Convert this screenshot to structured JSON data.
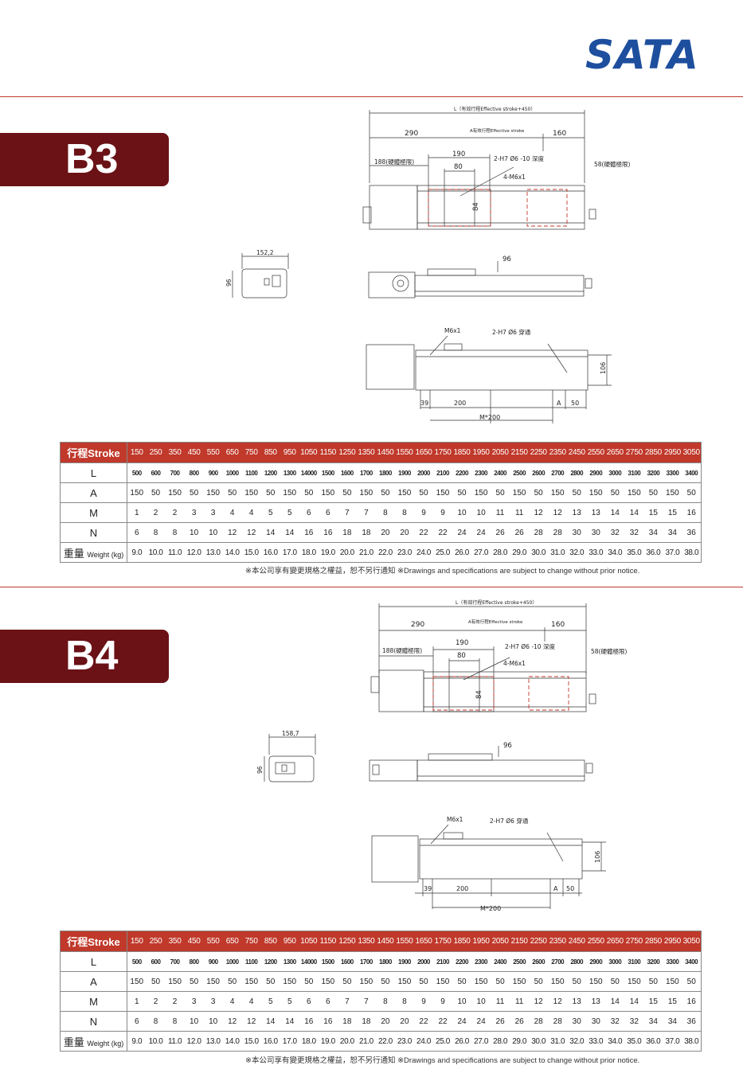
{
  "brand": {
    "logo_text": "SATA",
    "accent_color": "#c0392b",
    "tab_color": "#6a1216",
    "logo_color": "#1e4f9e"
  },
  "sections": [
    {
      "model": "B3",
      "drawing": {
        "len_total": "L（有效行程Effective stroke+450）",
        "dim_290": "290",
        "len_A": "A有效行程Effective stroke",
        "dim_160": "160",
        "dim_190": "190",
        "hard_limit_left": "188(硬體極限)",
        "dim_80": "80",
        "hole_top": "2-H7 Ø6 -10 深度",
        "screw_top": "4-M6x1",
        "hard_limit_right": "58(硬體極限)",
        "dim_84": "84",
        "end_width": "152,2",
        "end_height": "96",
        "side_96": "96",
        "bottom_screw": "M6x1",
        "bottom_hole": "2-H7 Ø6 穿通",
        "dim_106": "106",
        "dim_39": "39",
        "dim_200": "200",
        "dim_A": "A",
        "dim_50": "50",
        "dim_M200": "M*200"
      },
      "table": {
        "stroke_label": "行程Stroke",
        "stroke": [
          "150",
          "250",
          "350",
          "450",
          "550",
          "650",
          "750",
          "850",
          "950",
          "1050",
          "1150",
          "1250",
          "1350",
          "1450",
          "1550",
          "1650",
          "1750",
          "1850",
          "1950",
          "2050",
          "2150",
          "2250",
          "2350",
          "2450",
          "2550",
          "2650",
          "2750",
          "2850",
          "2950",
          "3050"
        ],
        "rows": [
          {
            "label": "L",
            "values": [
              "500",
              "600",
              "700",
              "800",
              "900",
              "1000",
              "1100",
              "1200",
              "1300",
              "14000",
              "1500",
              "1600",
              "1700",
              "1800",
              "1900",
              "2000",
              "2100",
              "2200",
              "2300",
              "2400",
              "2500",
              "2600",
              "2700",
              "2800",
              "2900",
              "3000",
              "3100",
              "3200",
              "3300",
              "3400"
            ]
          },
          {
            "label": "A",
            "values": [
              "150",
              "50",
              "150",
              "50",
              "150",
              "50",
              "150",
              "50",
              "150",
              "50",
              "150",
              "50",
              "150",
              "50",
              "150",
              "50",
              "150",
              "50",
              "150",
              "50",
              "150",
              "50",
              "150",
              "50",
              "150",
              "50",
              "150",
              "50",
              "150",
              "50"
            ]
          },
          {
            "label": "M",
            "values": [
              "1",
              "2",
              "2",
              "3",
              "3",
              "4",
              "4",
              "5",
              "5",
              "6",
              "6",
              "7",
              "7",
              "8",
              "8",
              "9",
              "9",
              "10",
              "10",
              "11",
              "11",
              "12",
              "12",
              "13",
              "13",
              "14",
              "14",
              "15",
              "15",
              "16"
            ]
          },
          {
            "label": "N",
            "values": [
              "6",
              "8",
              "8",
              "10",
              "10",
              "12",
              "12",
              "14",
              "14",
              "16",
              "16",
              "18",
              "18",
              "20",
              "20",
              "22",
              "22",
              "24",
              "24",
              "26",
              "26",
              "28",
              "28",
              "30",
              "30",
              "32",
              "32",
              "34",
              "34",
              "36"
            ]
          },
          {
            "label_main": "重量",
            "label_sub": "Weight (kg)",
            "values": [
              "9.0",
              "10.0",
              "11.0",
              "12.0",
              "13.0",
              "14.0",
              "15.0",
              "16.0",
              "17.0",
              "18.0",
              "19.0",
              "20.0",
              "21.0",
              "22.0",
              "23.0",
              "24.0",
              "25.0",
              "26.0",
              "27.0",
              "28.0",
              "29.0",
              "30.0",
              "31.0",
              "32.0",
              "33.0",
              "34.0",
              "35.0",
              "36.0",
              "37.0",
              "38.0"
            ]
          }
        ],
        "note": "※本公司享有變更規格之權益，恕不另行通知 ※Drawings and specifications are subject to change without prior notice."
      }
    },
    {
      "model": "B4",
      "drawing": {
        "len_total": "L（有效行程Effective stroke+450）",
        "dim_290": "290",
        "len_A": "A有效行程Effective stroke",
        "dim_160": "160",
        "dim_190": "190",
        "hard_limit_left": "188(硬體極限)",
        "dim_80": "80",
        "hole_top": "2-H7 Ø6 -10 深度",
        "screw_top": "4-M6x1",
        "hard_limit_right": "58(硬體極限)",
        "dim_84": "84",
        "end_width": "158,7",
        "end_height": "96",
        "side_96": "96",
        "bottom_screw": "M6x1",
        "bottom_hole": "2-H7 Ø6 穿通",
        "dim_106": "106",
        "dim_39": "39",
        "dim_200": "200",
        "dim_A": "A",
        "dim_50": "50",
        "dim_M200": "M*200"
      },
      "table": {
        "stroke_label": "行程Stroke",
        "stroke": [
          "150",
          "250",
          "350",
          "450",
          "550",
          "650",
          "750",
          "850",
          "950",
          "1050",
          "1150",
          "1250",
          "1350",
          "1450",
          "1550",
          "1650",
          "1750",
          "1850",
          "1950",
          "2050",
          "2150",
          "2250",
          "2350",
          "2450",
          "2550",
          "2650",
          "2750",
          "2850",
          "2950",
          "3050"
        ],
        "rows": [
          {
            "label": "L",
            "values": [
              "500",
              "600",
              "700",
              "800",
              "900",
              "1000",
              "1100",
              "1200",
              "1300",
              "14000",
              "1500",
              "1600",
              "1700",
              "1800",
              "1900",
              "2000",
              "2100",
              "2200",
              "2300",
              "2400",
              "2500",
              "2600",
              "2700",
              "2800",
              "2900",
              "3000",
              "3100",
              "3200",
              "3300",
              "3400"
            ]
          },
          {
            "label": "A",
            "values": [
              "150",
              "50",
              "150",
              "50",
              "150",
              "50",
              "150",
              "50",
              "150",
              "50",
              "150",
              "50",
              "150",
              "50",
              "150",
              "50",
              "150",
              "50",
              "150",
              "50",
              "150",
              "50",
              "150",
              "50",
              "150",
              "50",
              "150",
              "50",
              "150",
              "50"
            ]
          },
          {
            "label": "M",
            "values": [
              "1",
              "2",
              "2",
              "3",
              "3",
              "4",
              "4",
              "5",
              "5",
              "6",
              "6",
              "7",
              "7",
              "8",
              "8",
              "9",
              "9",
              "10",
              "10",
              "11",
              "11",
              "12",
              "12",
              "13",
              "13",
              "14",
              "14",
              "15",
              "15",
              "16"
            ]
          },
          {
            "label": "N",
            "values": [
              "6",
              "8",
              "8",
              "10",
              "10",
              "12",
              "12",
              "14",
              "14",
              "16",
              "16",
              "18",
              "18",
              "20",
              "20",
              "22",
              "22",
              "24",
              "24",
              "26",
              "26",
              "28",
              "28",
              "30",
              "30",
              "32",
              "32",
              "34",
              "34",
              "36"
            ]
          },
          {
            "label_main": "重量",
            "label_sub": "Weight (kg)",
            "values": [
              "9.0",
              "10.0",
              "11.0",
              "12.0",
              "13.0",
              "14.0",
              "15.0",
              "16.0",
              "17.0",
              "18.0",
              "19.0",
              "20.0",
              "21.0",
              "22.0",
              "23.0",
              "24.0",
              "25.0",
              "26.0",
              "27.0",
              "28.0",
              "29.0",
              "30.0",
              "31.0",
              "32.0",
              "33.0",
              "34.0",
              "35.0",
              "36.0",
              "37.0",
              "38.0"
            ]
          }
        ],
        "note": "※本公司享有變更規格之權益，恕不另行通知 ※Drawings and specifications are subject to change without prior notice."
      }
    }
  ]
}
